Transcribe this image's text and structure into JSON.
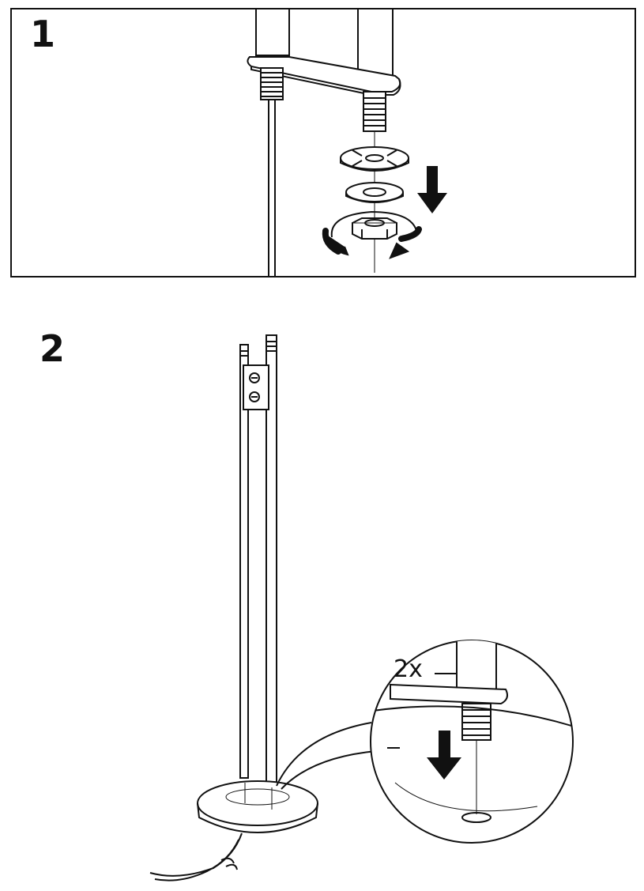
{
  "steps": [
    {
      "number": "1"
    },
    {
      "number": "2",
      "quantity_label": "2x"
    }
  ],
  "icons": {
    "step1": [
      "lamp-pole-icon",
      "threaded-rod-icon",
      "toothed-washer-icon",
      "spring-washer-icon",
      "hex-nut-icon",
      "push-down-arrow-icon",
      "rotate-clockwise-arrow-icon",
      "power-cord-icon"
    ],
    "step2": [
      "floor-lamp-frame-icon",
      "lamp-base-icon",
      "power-cord-icon",
      "detail-magnifier-icon",
      "push-down-arrow-icon"
    ]
  }
}
